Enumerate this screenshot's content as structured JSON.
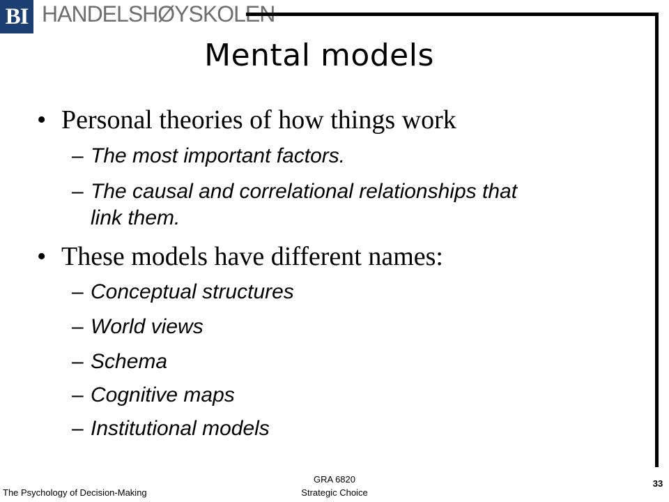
{
  "header": {
    "logo_abbrev": "BI",
    "logo_name": "HANDELSHØYSKOLEN"
  },
  "slide": {
    "title": "Mental models",
    "bullets": [
      {
        "text": "Personal theories of how things work",
        "subitems": [
          "The most important factors.",
          "The causal and correlational relationships that",
          "link them."
        ]
      },
      {
        "text": "These models have different names:",
        "subitems": [
          "Conceptual structures",
          "World views",
          "Schema",
          "Cognitive maps",
          "Institutional models"
        ]
      }
    ],
    "dash": "–",
    "bullet_char": "•"
  },
  "footer": {
    "left": "The Psychology of Decision-Making",
    "center_line1": "GRA 6820",
    "center_line2": "Strategic Choice",
    "page_number": "33"
  }
}
